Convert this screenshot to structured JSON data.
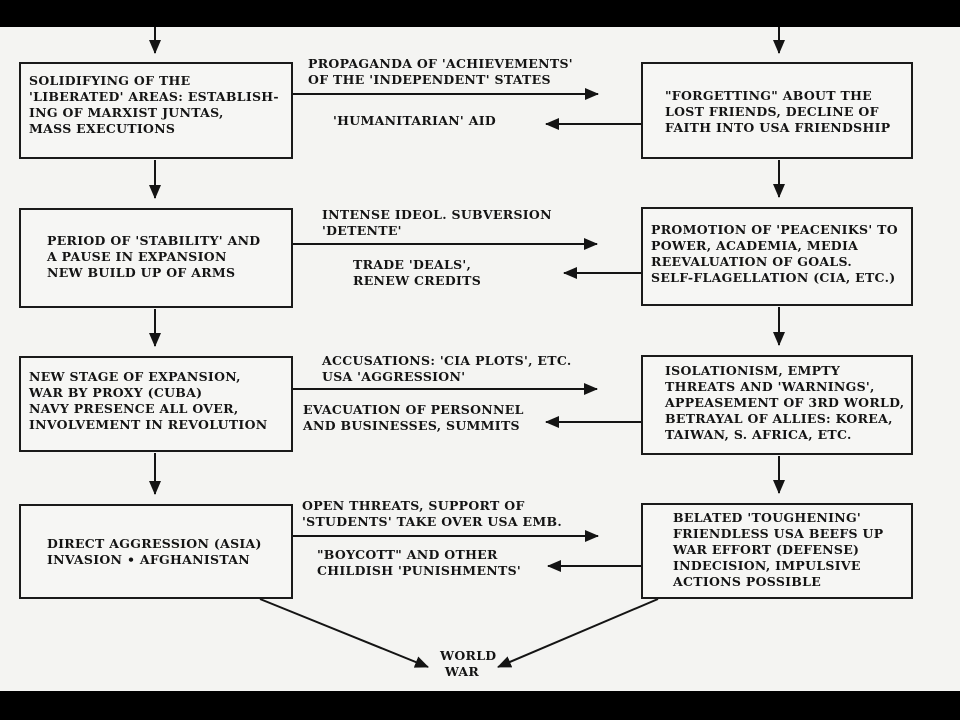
{
  "diagram": {
    "left_column": [
      {
        "id": "L1",
        "lines": [
          "SOLIDIFYING OF THE",
          "'LIBERATED' AREAS: ESTABLISH-",
          "ING OF MARXIST JUNTAS,",
          "MASS EXECUTIONS"
        ]
      },
      {
        "id": "L2",
        "lines": [
          "PERIOD OF 'STABILITY' AND",
          "A PAUSE IN EXPANSION",
          "NEW BUILD UP OF ARMS"
        ]
      },
      {
        "id": "L3",
        "lines": [
          "NEW STAGE OF EXPANSION,",
          "WAR BY PROXY (CUBA)",
          "NAVY PRESENCE ALL OVER,",
          "INVOLVEMENT IN REVOLUTION"
        ]
      },
      {
        "id": "L4",
        "lines": [
          "DIRECT AGGRESSION (ASIA)",
          "INVASION • AFGHANISTAN"
        ]
      }
    ],
    "right_column": [
      {
        "id": "R1",
        "lines": [
          "\"FORGETTING\" ABOUT THE",
          "LOST FRIENDS, DECLINE OF",
          "FAITH INTO USA FRIENDSHIP"
        ]
      },
      {
        "id": "R2",
        "lines": [
          "PROMOTION OF 'PEACENIKS' TO",
          "POWER, ACADEMIA, MEDIA",
          "REEVALUATION OF GOALS.",
          "SELF-FLAGELLATION (CIA, ETC.)"
        ]
      },
      {
        "id": "R3",
        "lines": [
          "ISOLATIONISM, EMPTY",
          "THREATS AND 'WARNINGS',",
          "APPEASEMENT OF 3RD WORLD,",
          "BETRAYAL OF ALLIES: KOREA,",
          "TAIWAN, S. AFRICA, ETC."
        ]
      },
      {
        "id": "R4",
        "lines": [
          "BELATED 'TOUGHENING'",
          "FRIENDLESS USA BEEFS UP",
          "WAR EFFORT (DEFENSE)",
          "INDECISION, IMPULSIVE",
          "ACTIONS POSSIBLE"
        ]
      }
    ],
    "connections": [
      {
        "id": "c1r",
        "direction": "to-right",
        "lines": [
          "PROPAGANDA OF 'ACHIEVEMENTS'",
          "OF THE 'INDEPENDENT' STATES"
        ]
      },
      {
        "id": "c1l",
        "direction": "to-left",
        "lines": [
          "'HUMANITARIAN' AID"
        ]
      },
      {
        "id": "c2r",
        "direction": "to-right",
        "lines": [
          "INTENSE IDEOL. SUBVERSION",
          "'DETENTE'"
        ]
      },
      {
        "id": "c2l",
        "direction": "to-left",
        "lines": [
          "TRADE 'DEALS',",
          "RENEW CREDITS"
        ]
      },
      {
        "id": "c3r",
        "direction": "to-right",
        "lines": [
          "ACCUSATIONS: 'CIA PLOTS', ETC.",
          "USA 'AGGRESSION'"
        ]
      },
      {
        "id": "c3l",
        "direction": "to-left",
        "lines": [
          "EVACUATION OF PERSONNEL",
          "AND BUSINESSES, SUMMITS"
        ]
      },
      {
        "id": "c4r",
        "direction": "to-right",
        "lines": [
          "OPEN THREATS, SUPPORT OF",
          "'STUDENTS' TAKE OVER USA EMB."
        ]
      },
      {
        "id": "c4l",
        "direction": "to-left",
        "lines": [
          "\"BOYCOTT\" AND OTHER",
          "CHILDISH 'PUNISHMENTS'"
        ]
      }
    ],
    "outcome": {
      "lines": [
        "WORLD",
        "WAR"
      ]
    }
  }
}
